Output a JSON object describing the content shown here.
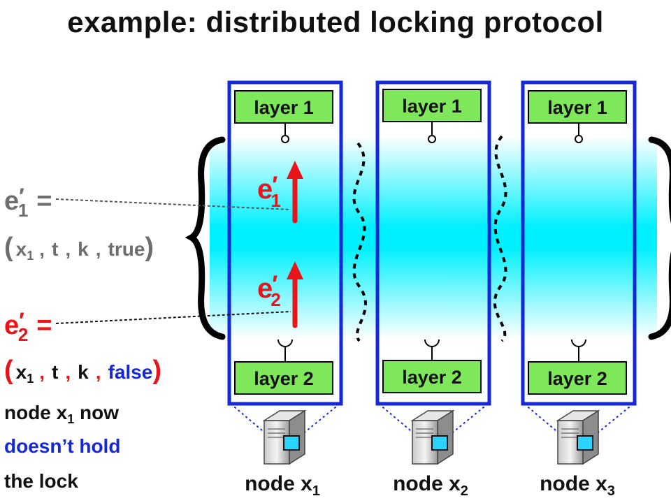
{
  "title": "example: distributed locking protocol",
  "colors": {
    "node_border": "#1428d8",
    "layer_fill": "#7fe85a",
    "band_mid": "#00f0ff",
    "event_arrow": "#e81418",
    "gray_text": "#6e6e6e",
    "red_text": "#e81418",
    "blue_text": "#1428d8",
    "server_square": "#2ad4ff"
  },
  "layers": {
    "top_label": "layer 1",
    "bottom_label": "layer 2"
  },
  "nodes": [
    {
      "label": "node x",
      "sub": "1"
    },
    {
      "label": "node x",
      "sub": "2"
    },
    {
      "label": "node x",
      "sub": "3"
    }
  ],
  "events": {
    "e1": {
      "base": "e",
      "prime": "′",
      "sub": "1"
    },
    "e2": {
      "base": "e",
      "prime": "′",
      "sub": "2"
    }
  },
  "left_annotations": {
    "e1_def": {
      "lhs_base": "e",
      "lhs_prime": "′",
      "lhs_sub": "1",
      "eq": "=",
      "open": "(",
      "close": ")",
      "x": "x",
      "x_sub": "1",
      "comma": ",",
      "t": "t",
      "k": "k",
      "flag": "true"
    },
    "e2_def": {
      "lhs_base": "e",
      "lhs_prime": "′",
      "lhs_sub": "2",
      "eq": "=",
      "open": "(",
      "close": ")",
      "x": "x",
      "x_sub": "1",
      "comma": ",",
      "t": "t",
      "k": "k",
      "flag": "false"
    },
    "note_line1": "node x",
    "note_line1_sub": "1",
    "note_line1_tail": " now",
    "note_line2": "doesn’t hold",
    "note_line3": "the lock"
  },
  "icons": [
    "server-icon",
    "lollipop-port-icon",
    "socket-port-icon",
    "up-arrow-icon"
  ]
}
